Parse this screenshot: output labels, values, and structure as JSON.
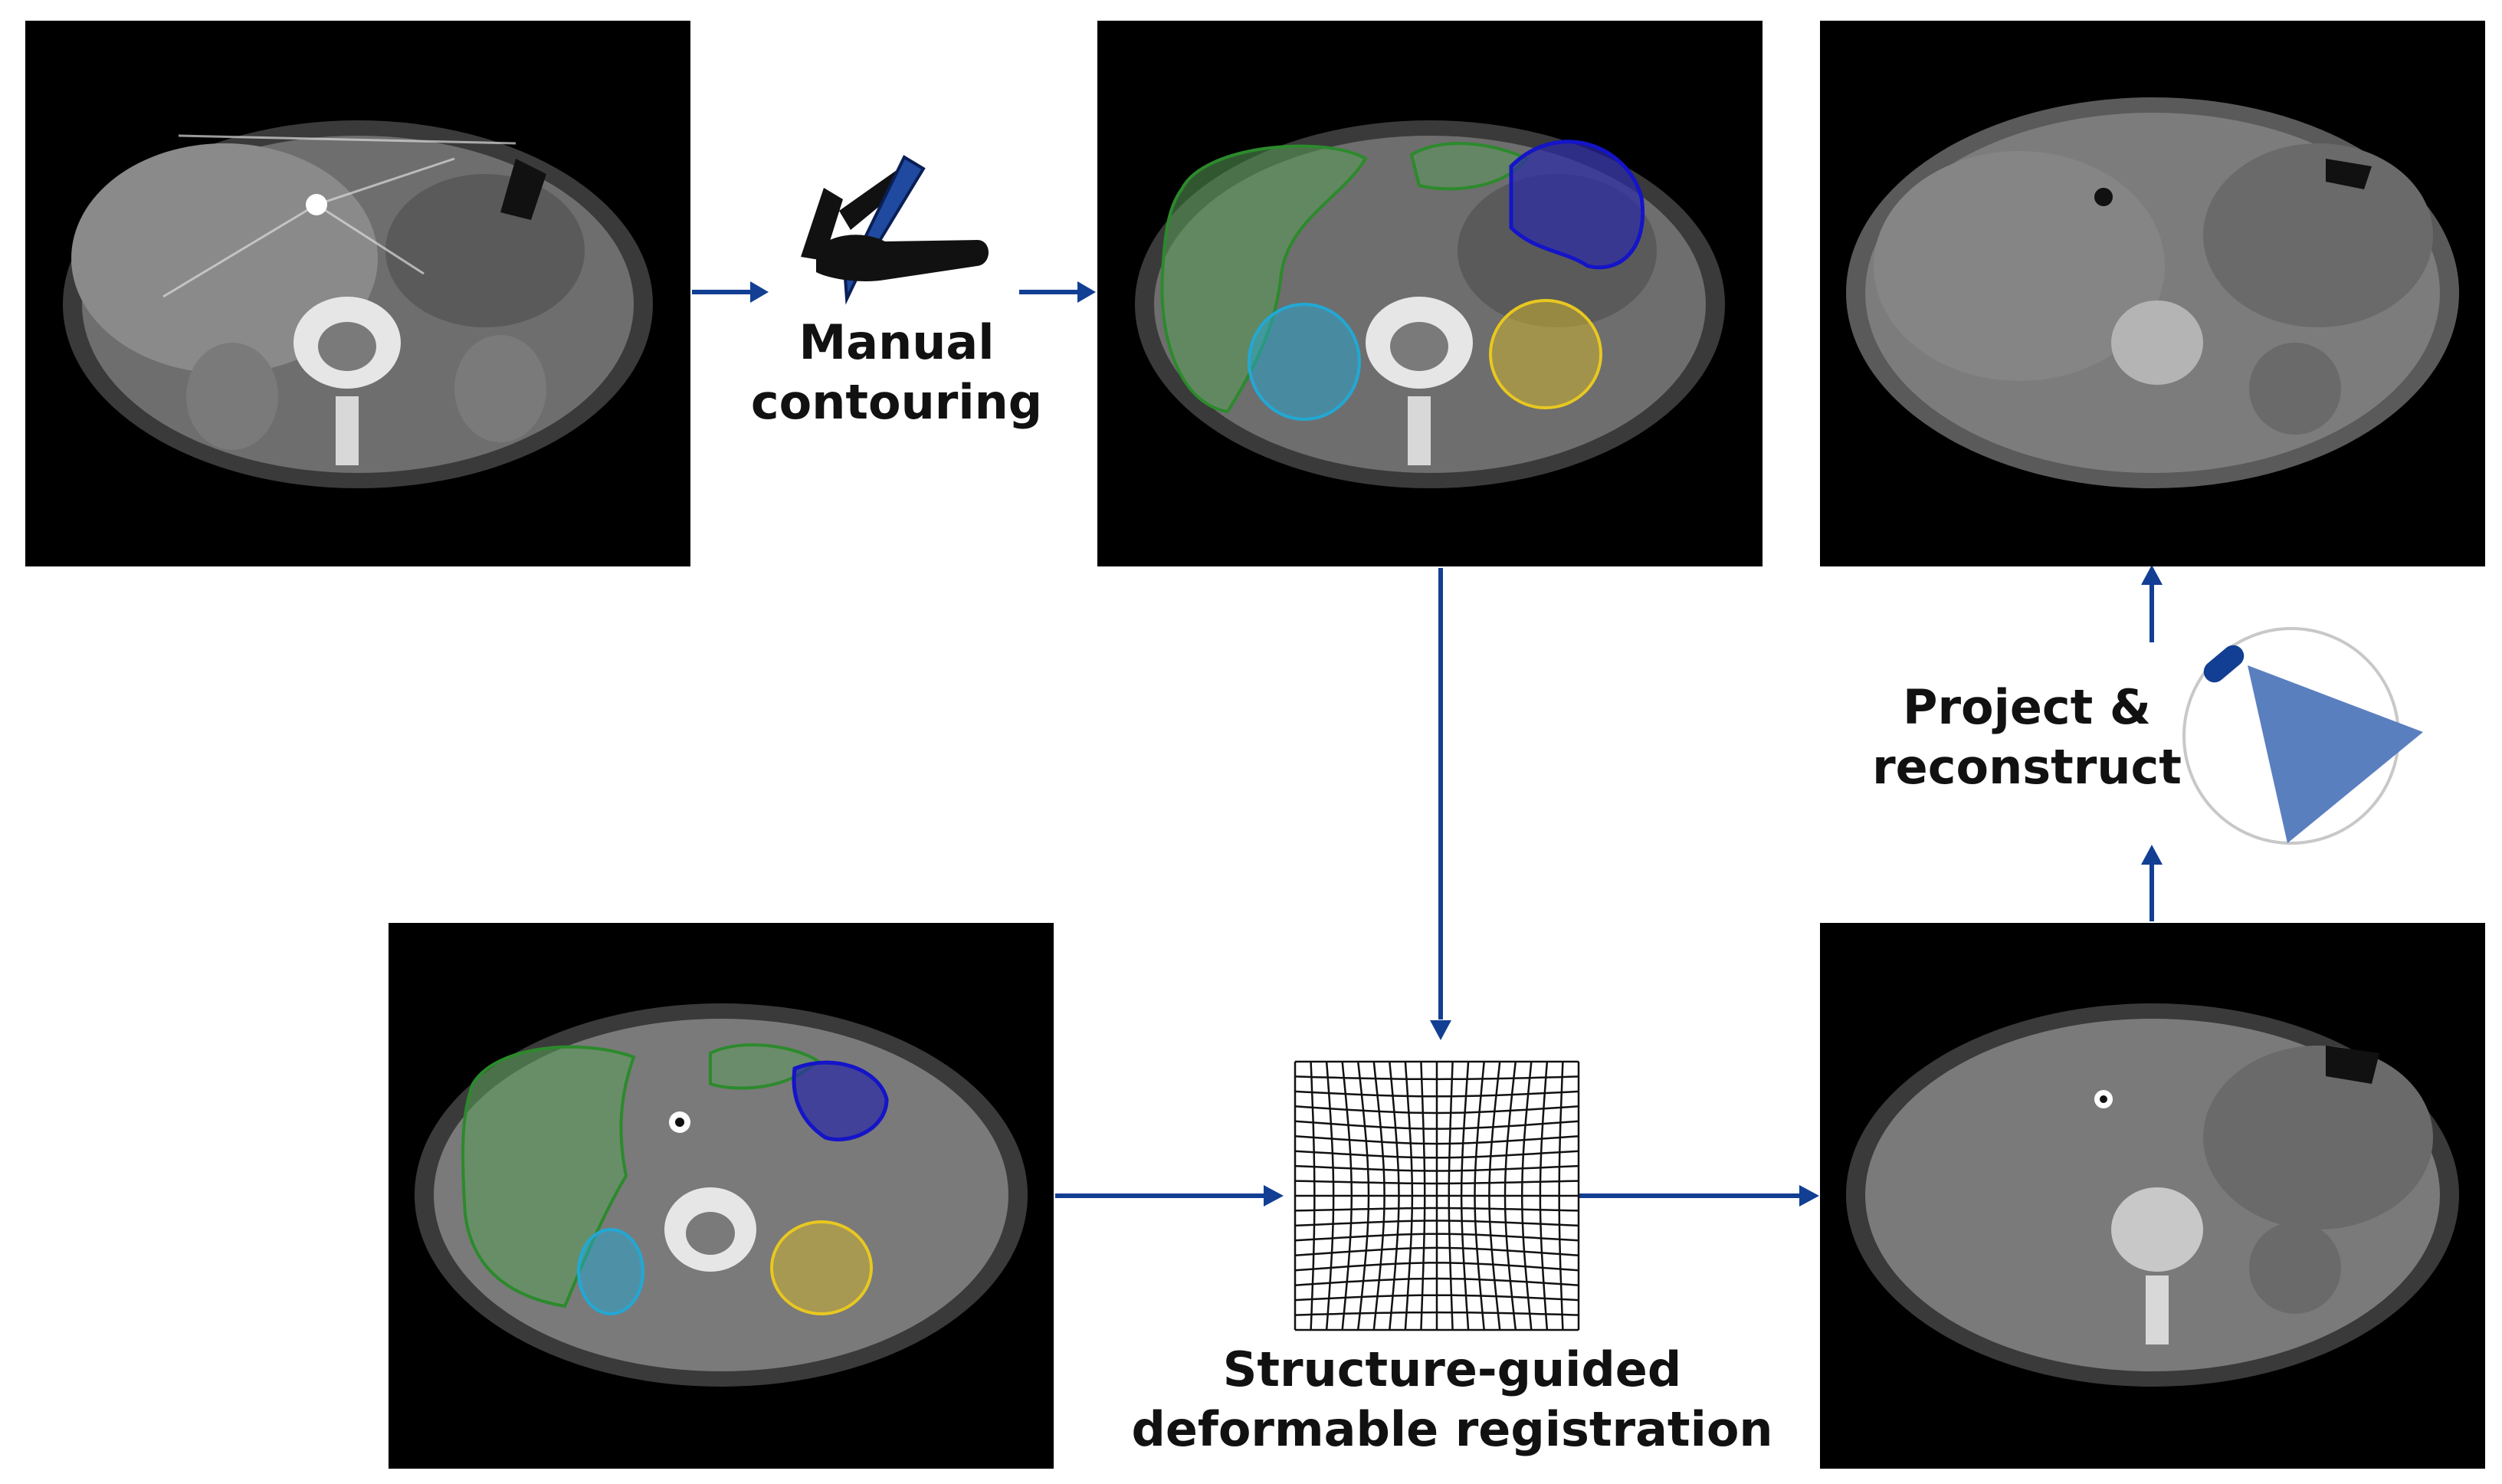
{
  "labels": {
    "manual_contouring": [
      "Manual",
      "contouring"
    ],
    "registration": [
      "Structure-guided",
      "deformable registration"
    ],
    "project_reconstruct": [
      "Project &",
      "reconstruct"
    ]
  },
  "colors": {
    "arrow": "#123f94",
    "liver": "#5a9e5a",
    "stomach": "#1414a8",
    "kidney_left": "#d4b52a",
    "kidney_right": "#22a8d4",
    "gantry_beam": "#5a7fbf",
    "gantry_circle": "#c8c8c8"
  },
  "structures": [
    "liver",
    "stomach",
    "kidney_left",
    "kidney_right"
  ]
}
